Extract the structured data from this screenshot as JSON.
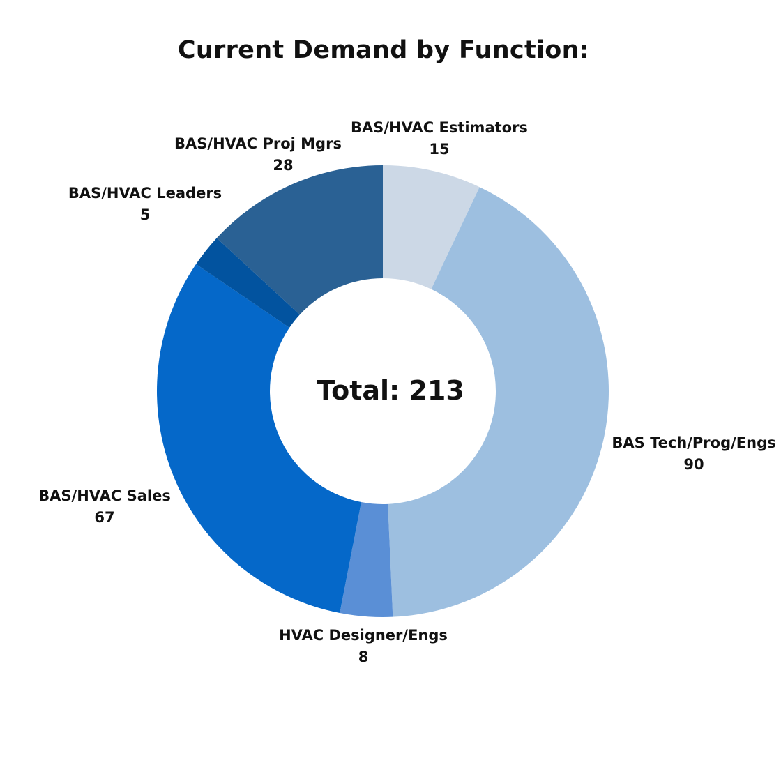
{
  "chart_data": {
    "type": "pie",
    "title": "Current Demand by Function:",
    "center_text": "Total: 213",
    "categories": [
      "BAS/HVAC Estimators",
      "BAS Tech/Prog/Engs",
      "HVAC Designer/Engs",
      "BAS/HVAC Sales",
      "BAS/HVAC Leaders",
      "BAS/HVAC Proj Mgrs"
    ],
    "values": [
      15,
      90,
      8,
      67,
      5,
      28
    ],
    "colors": [
      "#ccd8e6",
      "#9dbfe0",
      "#5a8fd6",
      "#0568c9",
      "#02539f",
      "#2a6194"
    ],
    "legend": "none"
  }
}
